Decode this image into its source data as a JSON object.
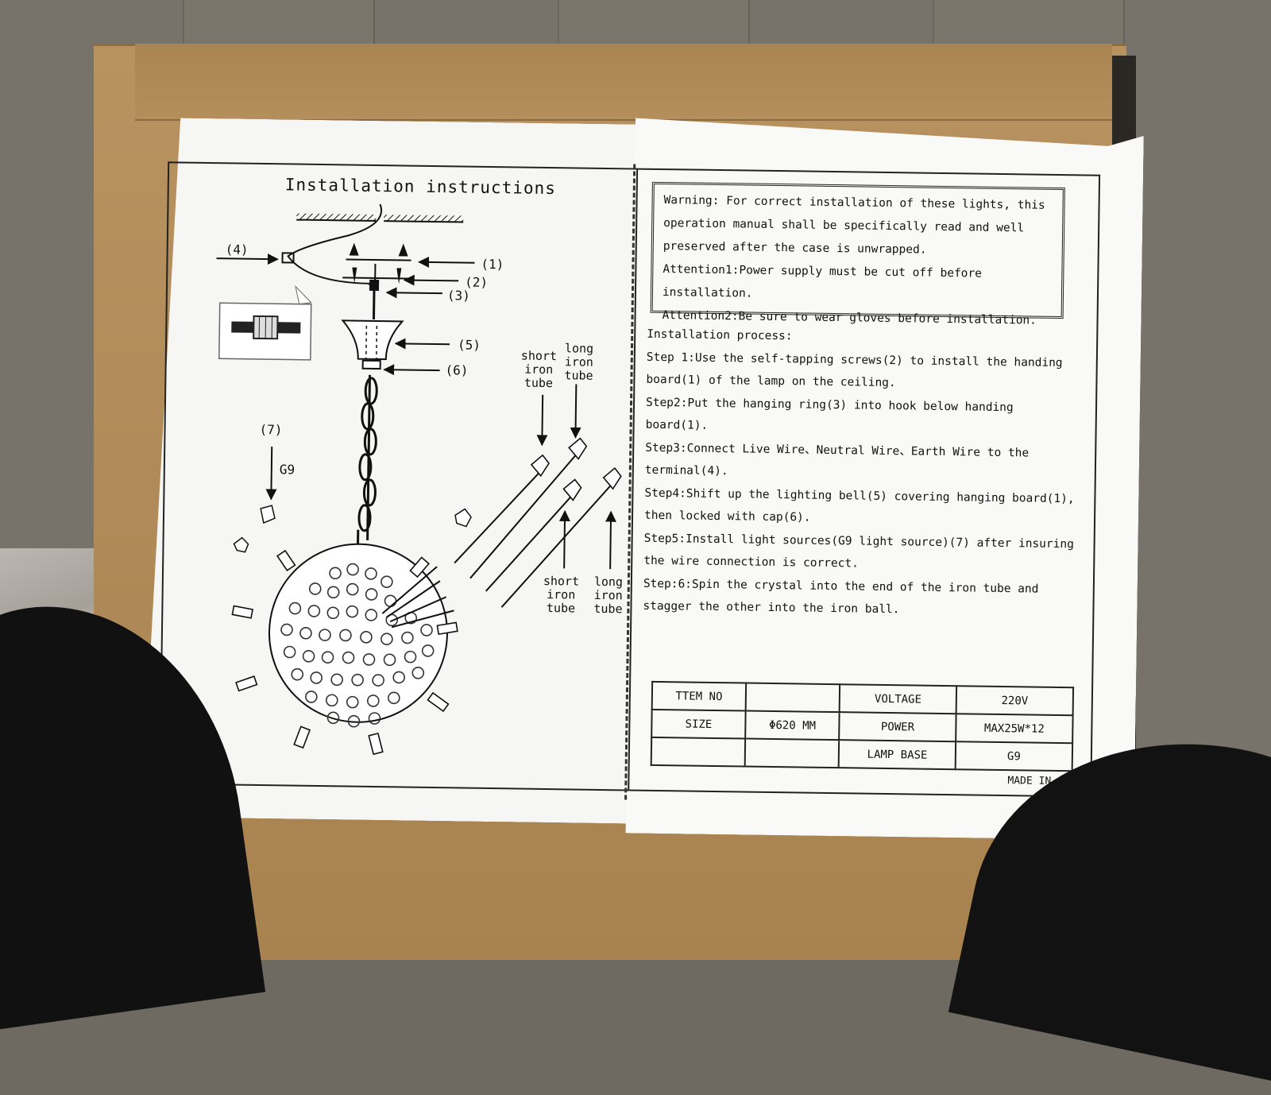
{
  "left_page": {
    "title": "Installation instructions",
    "labels": {
      "p1": "(1)",
      "p2": "(2)",
      "p3": "(3)",
      "p4": "(4)",
      "p5": "(5)",
      "p6": "(6)",
      "p7": "(7)",
      "g9": "G9"
    },
    "tube_labels": {
      "short_top": [
        "short",
        "iron",
        "tube"
      ],
      "long_top": [
        "long",
        "iron",
        "tube"
      ],
      "short_bottom": [
        "short",
        "iron",
        "tube"
      ],
      "long_bottom": [
        "long",
        "iron",
        "tube"
      ]
    }
  },
  "right_page": {
    "warning_lines": [
      "Warning: For correct installation of these lights, this",
      "operation manual shall be specifically read and well",
      "preserved after the case is unwrapped.",
      "Attention1:Power supply must be cut off before installation.",
      "Attention2:Be sure to wear gloves before installation."
    ],
    "process_heading": "Installation process:",
    "steps": [
      "Step 1:Use the self-tapping screws(2) to install the handing",
      "board(1) of the lamp on the ceiling.",
      "Step2:Put the hanging ring(3) into hook below handing board(1).",
      "Step3:Connect Live Wire、Neutral Wire、Earth Wire to the",
      "terminal(4).",
      "Step4:Shift up the lighting bell(5) covering hanging board(1),",
      "then locked with cap(6).",
      "Step5:Install light sources(G9 light source)(7) after insuring",
      "the wire connection is correct.",
      "Step:6:Spin the crystal into the end of the iron tube and",
      "stagger the other into the iron ball."
    ],
    "spec_table": [
      [
        "TTEM NO",
        "",
        "VOLTAGE",
        "220V"
      ],
      [
        "SIZE",
        "Φ620 MM",
        "POWER",
        "MAX25W*12"
      ],
      [
        "",
        "",
        "LAMP BASE",
        "G9"
      ]
    ],
    "made_in": "MADE IN CHINA"
  }
}
